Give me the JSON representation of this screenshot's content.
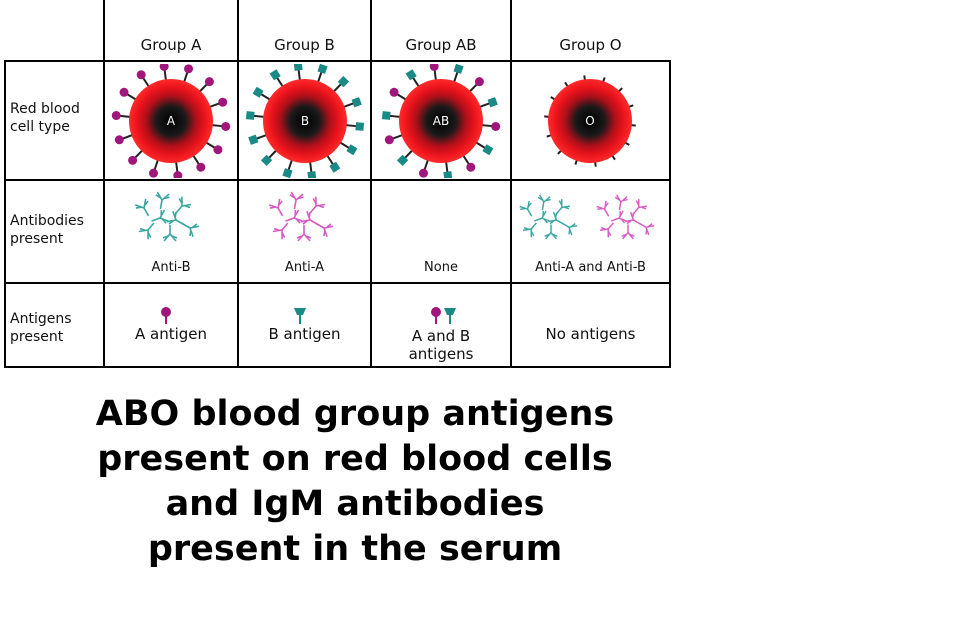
{
  "table": {
    "columns": [
      "Group A",
      "Group B",
      "Group AB",
      "Group O"
    ],
    "rows": {
      "rbc": {
        "label_line1": "Red blood",
        "label_line2": "cell type",
        "cell_labels": [
          "A",
          "B",
          "AB",
          "O"
        ]
      },
      "antibodies": {
        "label_line1": "Antibodies",
        "label_line2": "present",
        "captions": [
          "Anti-B",
          "Anti-A",
          "None",
          "Anti-A and Anti-B"
        ]
      },
      "antigens": {
        "label_line1": "Antigens",
        "label_line2": "present",
        "captions": [
          "A antigen",
          "B antigen",
          "A and B",
          "No antigens"
        ],
        "caption_ab_line2": "antigens"
      }
    }
  },
  "caption": {
    "line1": "ABO blood group antigens",
    "line2": "present on red blood cells",
    "line3": "and IgM antibodies",
    "line4": "present in the serum"
  },
  "colors": {
    "cell_red": "#e8121b",
    "antigen_a": "#a0167a",
    "antigen_b": "#1a8a86",
    "anti_a_antibody": "#d65bc4",
    "anti_b_antibody": "#3aa6a0"
  }
}
